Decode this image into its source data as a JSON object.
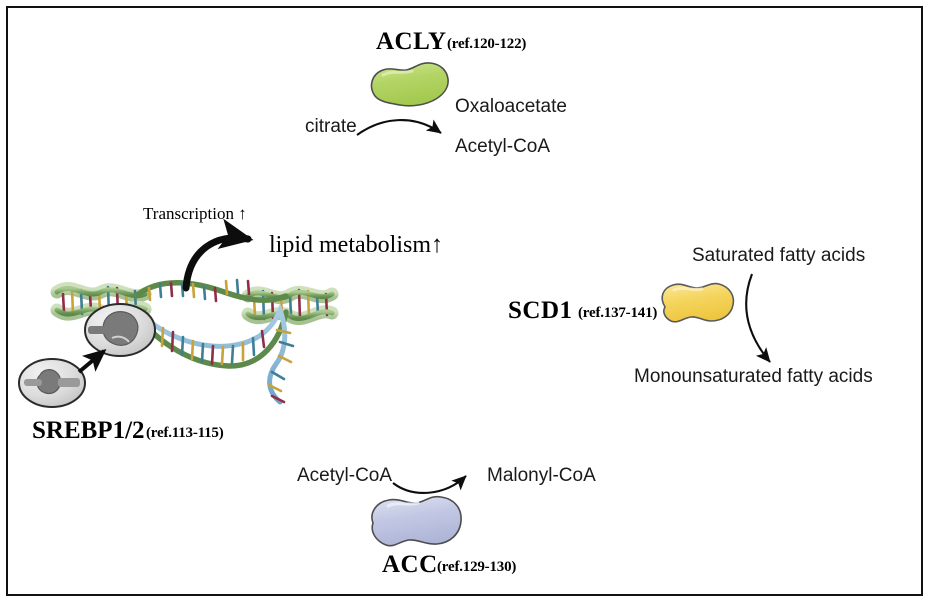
{
  "figure": {
    "title": "Lipid metabolism enzyme pathway diagram",
    "background_color": "#ffffff",
    "border_color": "#111111"
  },
  "enzymes": {
    "acly": {
      "name": "ACLY",
      "ref": "(ref.120-122)",
      "blob_color": "#b0d45f",
      "blob_highlight": "#cbe690",
      "substrate": "citrate",
      "product_top": "Oxaloacetate",
      "product_bottom": "Acetyl-CoA"
    },
    "srebp": {
      "name": "SREBP1/2",
      "ref": "(ref.113-115)",
      "transcription_label": "Transcription ↑",
      "target_label": "lipid metabolism↑",
      "protein_color": "#d9d9d9",
      "protein_core_color": "#7a7a7a",
      "dna_color": "#6f9f5c",
      "rna_color": "#7fb2d4"
    },
    "scd1": {
      "name": "SCD1",
      "ref": "(ref.137-141)",
      "blob_color": "#f2ce55",
      "blob_highlight": "#f9e391",
      "substrate": "Saturated fatty acids",
      "product": "Monounsaturated fatty acids"
    },
    "acc": {
      "name": "ACC",
      "ref": "(ref.129-130)",
      "blob_color": "#b8bedd",
      "blob_highlight": "#d5d9ed",
      "substrate": "Acetyl-CoA",
      "product": "Malonyl-CoA"
    }
  }
}
